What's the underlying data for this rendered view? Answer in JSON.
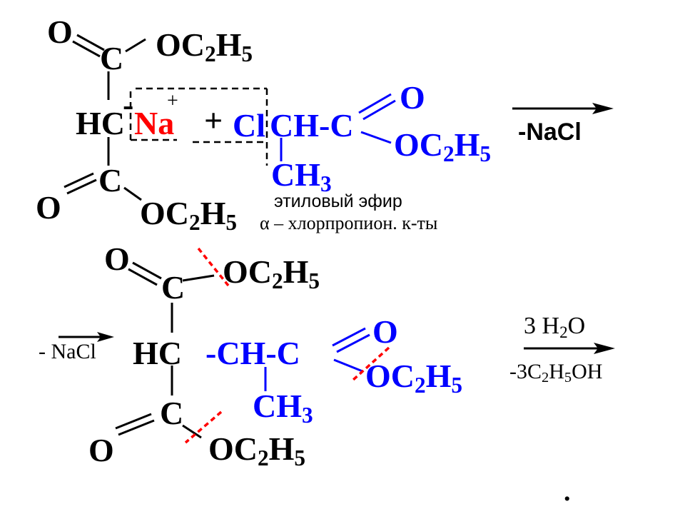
{
  "colors": {
    "black": "#000000",
    "blue": "#0000ff",
    "red": "#ff0000"
  },
  "reaction1": {
    "top_O": "O",
    "top_C": "C",
    "top_ester": {
      "base": "OC",
      "s1": "2",
      "mid": "H",
      "s2": "5"
    },
    "minus": "-",
    "plus_charge": "+",
    "hc": "HC",
    "na": "Na",
    "plus": "+",
    "cl": "Cl",
    "ch_c": "CH-C",
    "acid_O": "O",
    "acid_ester": {
      "base": "OC",
      "s1": "2",
      "mid": "H",
      "s2": "5"
    },
    "ch3": {
      "base": "CH",
      "s1": "3"
    },
    "bot_C": "C",
    "bot_O": "O",
    "bot_ester": {
      "base": "OC",
      "s1": "2",
      "mid": "H",
      "s2": "5"
    },
    "note_line1": "этиловый эфир",
    "note_alpha": "α",
    "note_line2": " – хлорпропион. к-ты",
    "arrow_label": "-NaCl"
  },
  "reaction2": {
    "top_O": "O",
    "top_C": "C",
    "top_ester": {
      "base": "OC",
      "s1": "2",
      "mid": "H",
      "s2": "5"
    },
    "left_label": {
      "a": "- ",
      "b": "Na",
      "c": "Cl"
    },
    "hc": "HC",
    "ch_c": "-CH-C",
    "acid_O": "O",
    "acid_ester": {
      "base": "OC",
      "s1": "2",
      "mid": "H",
      "s2": "5"
    },
    "ch3": {
      "base": "CH",
      "s1": "3"
    },
    "bot_C": "C",
    "bot_O": "O",
    "bot_ester": {
      "base": "OC",
      "s1": "2",
      "mid": "H",
      "s2": "5"
    },
    "arrow_top": {
      "coef": "3",
      "h": "H",
      "s": "2",
      "o": "O"
    },
    "arrow_bottom": {
      "a": "-3",
      "c": "C",
      "s1": "2",
      "h": "H",
      "s2": "5",
      "oh": "OH"
    },
    "dot": "."
  }
}
